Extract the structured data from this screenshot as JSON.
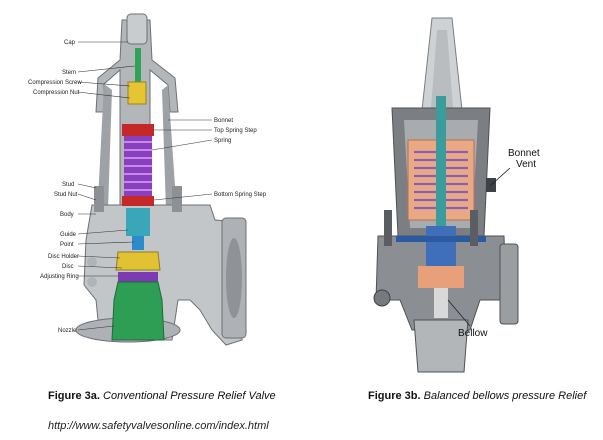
{
  "figure_a": {
    "labels": [
      "Cap",
      "Stem",
      "Compression Screw",
      "Compression Nut",
      "Bonnet",
      "Top Spring Step",
      "Spring",
      "Stud",
      "Stud Nut",
      "Bottom Spring Step",
      "Body",
      "Guide",
      "Point",
      "Disc Holder",
      "Disc",
      "Adjusting Ring",
      "Nozzle"
    ],
    "caption_bold": "Figure 3a.",
    "caption_text": " Conventional Pressure Relief Valve",
    "url": "http://www.safetyvalvesonline.com/index.html"
  },
  "figure_b": {
    "labels": [
      "Bonnet",
      "Vent",
      "Bellow"
    ],
    "caption_bold": "Figure 3b.",
    "caption_text": " Balanced bellows pressure Relief"
  }
}
